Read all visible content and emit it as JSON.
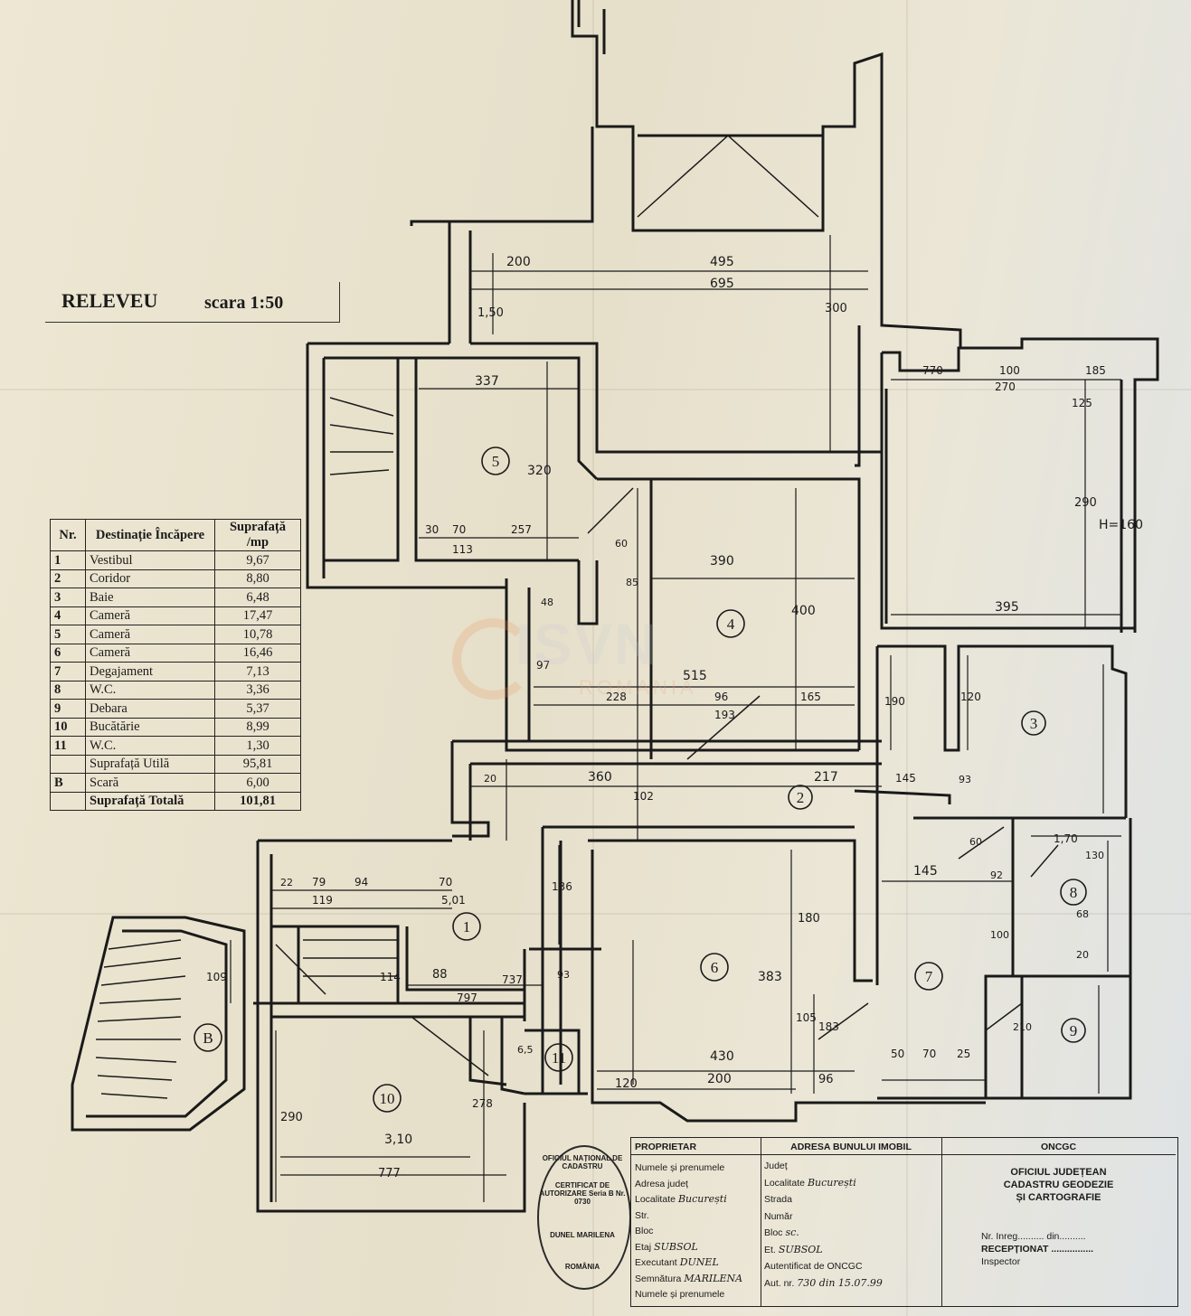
{
  "title": {
    "heading": "RELEVEU",
    "scale": "scara 1:50"
  },
  "table": {
    "headers": [
      "Nr.",
      "Destinație Încăpere",
      "Suprafață /mp"
    ],
    "rows": [
      {
        "nr": "1",
        "name": "Vestibul",
        "area": "9,67"
      },
      {
        "nr": "2",
        "name": "Coridor",
        "area": "8,80"
      },
      {
        "nr": "3",
        "name": "Baie",
        "area": "6,48"
      },
      {
        "nr": "4",
        "name": "Cameră",
        "area": "17,47"
      },
      {
        "nr": "5",
        "name": "Cameră",
        "area": "10,78"
      },
      {
        "nr": "6",
        "name": "Cameră",
        "area": "16,46"
      },
      {
        "nr": "7",
        "name": "Degajament",
        "area": "7,13"
      },
      {
        "nr": "8",
        "name": "W.C.",
        "area": "3,36"
      },
      {
        "nr": "9",
        "name": "Debara",
        "area": "5,37"
      },
      {
        "nr": "10",
        "name": "Bucătărie",
        "area": "8,99"
      },
      {
        "nr": "11",
        "name": "W.C.",
        "area": "1,30"
      },
      {
        "nr": "",
        "name": "Suprafață Utilă",
        "area": "95,81"
      },
      {
        "nr": "B",
        "name": "Scară",
        "area": "6,00"
      },
      {
        "nr": "",
        "name": "Suprafață Totală",
        "area": "101,81"
      }
    ]
  },
  "plan": {
    "room_labels": [
      "1",
      "2",
      "3",
      "4",
      "5",
      "6",
      "7",
      "8",
      "9",
      "10",
      "11",
      "B"
    ],
    "dimensions": [
      "200",
      "495",
      "695",
      "1,50",
      "300",
      "337",
      "320",
      "30",
      "70",
      "257",
      "113",
      "390",
      "400",
      "515",
      "228",
      "96",
      "193",
      "165",
      "360",
      "217",
      "102",
      "770",
      "100",
      "270",
      "185",
      "125",
      "290",
      "H=160",
      "395",
      "120",
      "190",
      "109",
      "290",
      "3,10",
      "145",
      "383",
      "180",
      "105",
      "183",
      "430",
      "200",
      "120",
      "96",
      "50",
      "70",
      "25",
      "136",
      "88",
      "737",
      "797",
      "114",
      "79",
      "94",
      "70",
      "5,01",
      "22",
      "119",
      "60",
      "210",
      "1,70",
      "130",
      "68",
      "20",
      "100",
      "93",
      "145",
      "92",
      "777",
      "278",
      "6,5",
      "20",
      "97",
      "60",
      "85",
      "48",
      "93"
    ]
  },
  "watermark": {
    "text": "ISVN",
    "sub": "ROMANIA"
  },
  "stamp": {
    "text_outer": "OFICIUL NAȚIONAL DE CADASTRU",
    "text_inner": "CERTIFICAT DE AUTORIZARE Seria B Nr. 0730",
    "text_name": "DUNEL MARILENA",
    "text_bottom": "ROMÂNIA"
  },
  "info": {
    "col1": {
      "header": "PROPRIETAR",
      "rows": [
        {
          "label": "Numele și prenumele",
          "value": ""
        },
        {
          "label": "Adresa județ",
          "value": ""
        },
        {
          "label": "Localitate",
          "value": "București"
        },
        {
          "label": "Str.",
          "value": ""
        },
        {
          "label": "Bloc",
          "value": ""
        },
        {
          "label": "Etaj",
          "value": "SUBSOL"
        },
        {
          "label": "Executant",
          "value": "DUNEL"
        },
        {
          "label": "Semnătura",
          "value": "MARILENA"
        },
        {
          "label": "Numele și prenumele",
          "value": ""
        }
      ]
    },
    "col2": {
      "header": "ADRESA BUNULUI IMOBIL",
      "rows": [
        {
          "label": "Județ",
          "value": ""
        },
        {
          "label": "Localitate",
          "value": "București"
        },
        {
          "label": "Strada",
          "value": ""
        },
        {
          "label": "Număr",
          "value": ""
        },
        {
          "label": "Bloc",
          "value": "sc."
        },
        {
          "label": "Et.",
          "value": "SUBSOL"
        },
        {
          "label": "Autentificat de ONCGC",
          "value": ""
        },
        {
          "label": "Aut. nr.",
          "value": "730 din 15.07.99"
        }
      ]
    },
    "col3": {
      "header": "ONCGC",
      "office": [
        "OFICIUL JUDEȚEAN",
        "CADASTRU GEODEZIE",
        "ȘI CARTOGRAFIE"
      ],
      "nr_inreg": "Nr. Inreg.......... din..........",
      "receptionat": "RECEPȚIONAT ................",
      "inspector": "Inspector"
    }
  }
}
